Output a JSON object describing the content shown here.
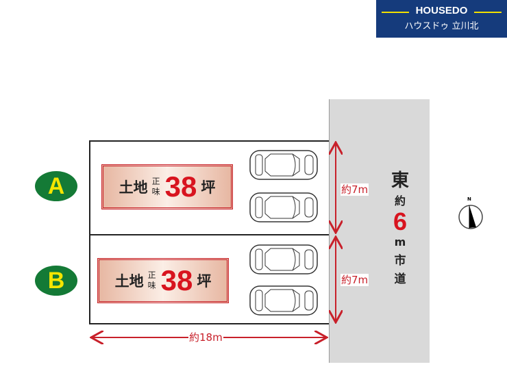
{
  "logo": {
    "brand": "HOUSEDO",
    "subtitle": "ハウスドゥ 立川北"
  },
  "lots": [
    {
      "label": "A",
      "land": "土地",
      "net": "正味",
      "size": "38",
      "unit": "坪"
    },
    {
      "label": "B",
      "land": "土地",
      "net": "正味",
      "size": "38",
      "unit": "坪"
    }
  ],
  "dimensions": {
    "depth_a": "約7m",
    "depth_b": "約7m",
    "width": "約18m"
  },
  "road": {
    "direction": "東",
    "approx": "約",
    "width": "6",
    "unit": "m",
    "type1": "市",
    "type2": "道"
  },
  "compass": {
    "label": "N"
  },
  "colors": {
    "lot_badge": "#147a36",
    "badge_text": "#f5e500",
    "accent_red": "#d8141f",
    "road": "#d9d9d9",
    "logo_bg": "#153b7c"
  }
}
